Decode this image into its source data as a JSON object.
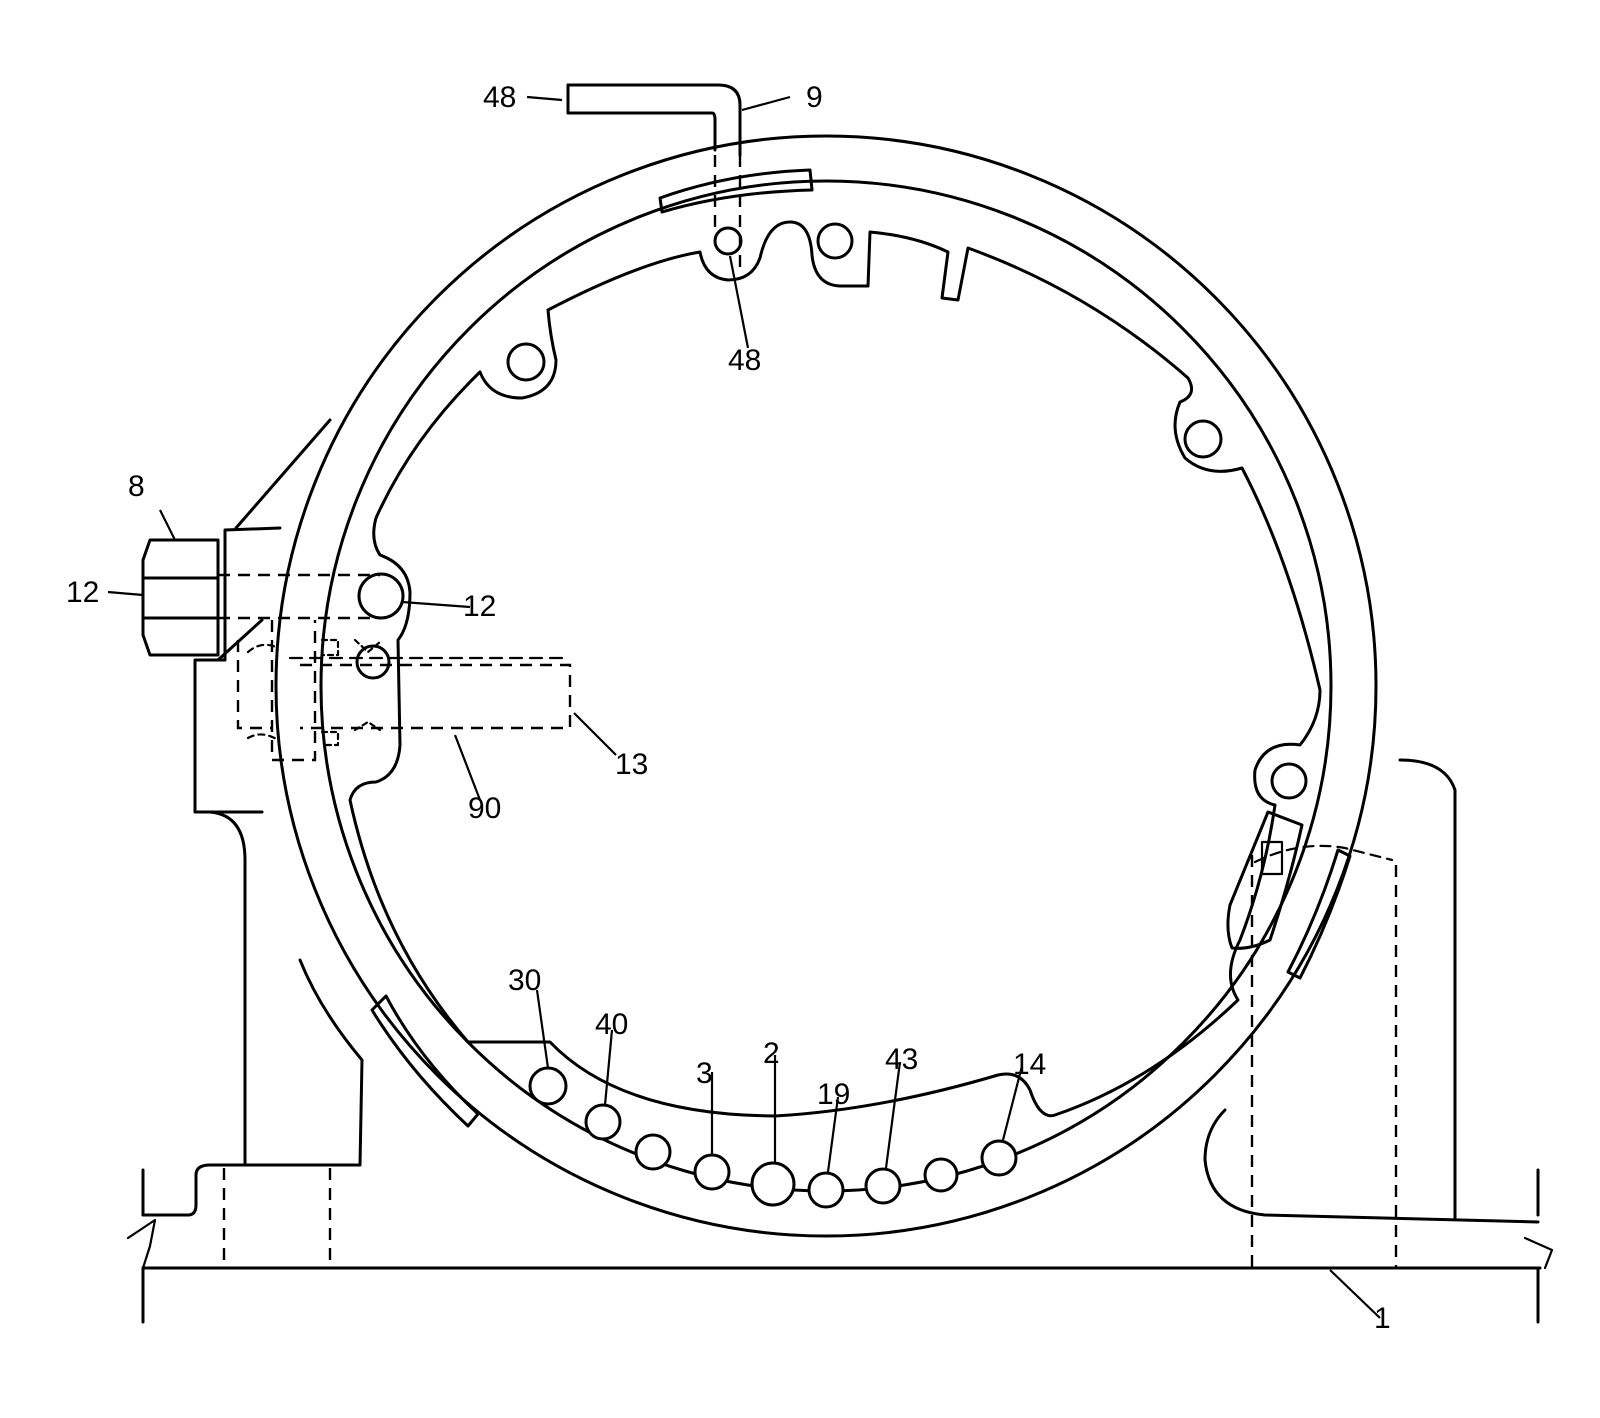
{
  "labels": {
    "ref_48_top": "48",
    "ref_9": "9",
    "ref_48_inner": "48",
    "ref_8": "8",
    "ref_12_left": "12",
    "ref_12_right": "12",
    "ref_13": "13",
    "ref_90": "90",
    "ref_30": "30",
    "ref_40": "40",
    "ref_3": "3",
    "ref_2": "2",
    "ref_19": "19",
    "ref_43": "43",
    "ref_14": "14",
    "ref_1": "1"
  }
}
